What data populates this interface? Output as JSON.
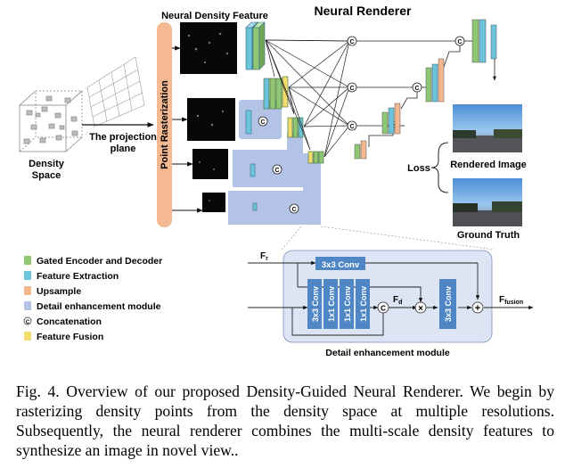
{
  "figure": {
    "title": "Neural Renderer",
    "neural_density_feature": "Neural Density Feature",
    "density_space": [
      "Density",
      "Space"
    ],
    "projection_plane": [
      "The projection",
      "plane"
    ],
    "point_rasterization": "Point  Rasterization",
    "concat_symbol": "C",
    "loss": "Loss",
    "rendered_image": "Rendered Image",
    "ground_truth": "Ground Truth"
  },
  "legend": [
    {
      "label": "Gated Encoder and Decoder",
      "color": "#8fc774"
    },
    {
      "label": "Feature Extraction",
      "color": "#6cc3dc"
    },
    {
      "label": "Upsample",
      "color": "#f2b78e"
    },
    {
      "label": "Detail enhancement module",
      "color": "#b2c3e6"
    },
    {
      "label": "Concatenation",
      "symbol": "C"
    },
    {
      "label": "Feature Fusion",
      "color": "#f3dc6e"
    }
  ],
  "module": {
    "ff_main": "F",
    "ff_sub": "r",
    "conv3": "3x3 Conv",
    "stack": [
      "3x3 Conv",
      "1x1 Conv",
      "1x1 Conv",
      "1x1 Conv"
    ],
    "concat": "C",
    "fd_main": "F",
    "fd_sub": "d",
    "multiply": "×",
    "conv_right": "3x3 Conv",
    "add": "+",
    "fusion_main": "F",
    "fusion_sub": "fusion",
    "caption": "Detail enhancement module"
  },
  "caption": "Fig. 4.  Overview of our proposed Density-Guided Neural Renderer. We begin by rasterizing density points from the density space at multiple resolutions. Subsequently, the neural renderer combines the multi-scale density features to synthesize an image in novel view.."
}
